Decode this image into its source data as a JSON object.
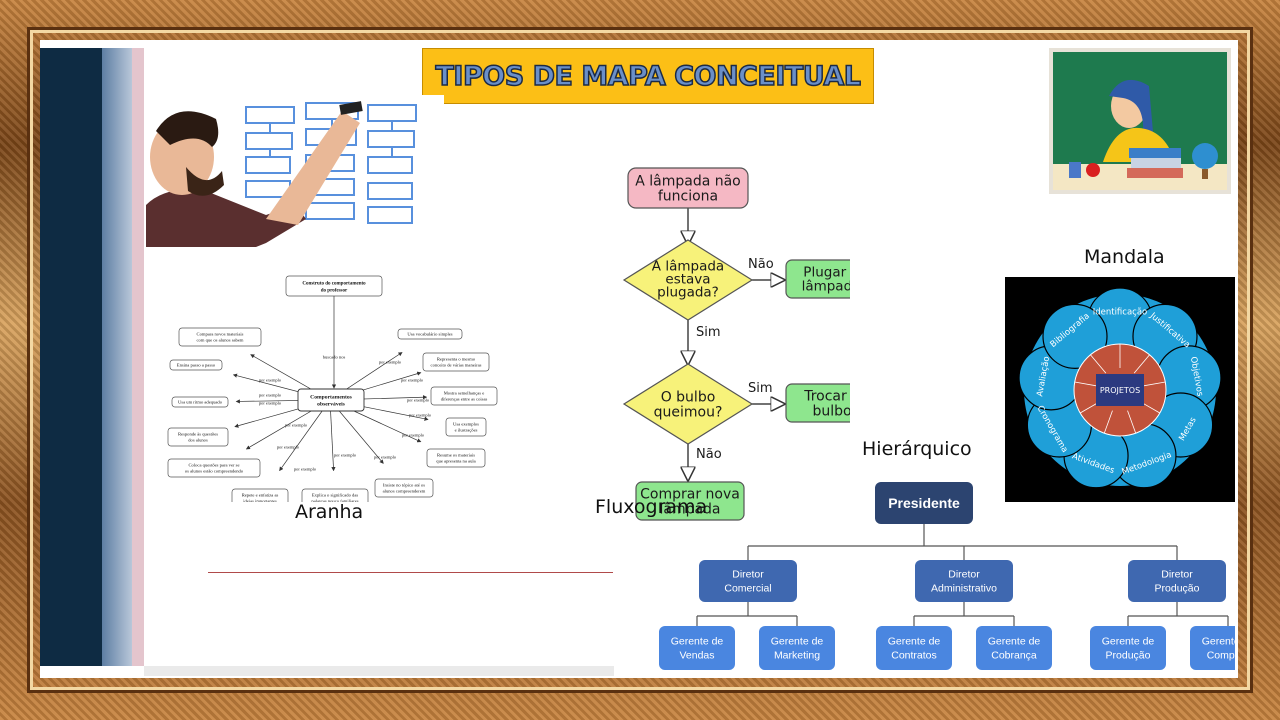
{
  "title": "TIPOS DE MAPA CONCEITUAL",
  "captions": {
    "aranha": "Aranha",
    "fluxograma": "Fluxograma",
    "hierarquico": "Hierárquico",
    "mandala": "Mandala"
  },
  "spider": {
    "center": [
      "Comportamentos",
      "observáveis"
    ],
    "top": [
      "Construto do comportamento",
      "do professor"
    ],
    "top_link": "buscado nos",
    "link": "por exemplo",
    "nodes": [
      [
        "Compara novos materiais",
        "com que os alunos sabem"
      ],
      [
        "Ensina passo a passo"
      ],
      [
        "Usa um ritmo adequado"
      ],
      [
        "Responde às questões",
        "dos alunos"
      ],
      [
        "Coloca questões para ver se",
        "os alunos estão compreendendo"
      ],
      [
        "Repete e enfatiza as",
        "ideias importantes"
      ],
      [
        "Explica o significado das",
        "palavras pouco familiares"
      ],
      [
        "Insiste no tópico até os",
        "alunos compreenderem"
      ],
      [
        "Resume os materiais",
        "que apresenta na aula"
      ],
      [
        "Usa exemplos",
        "e ilustrações"
      ],
      [
        "Mostra semelhanças e",
        "diferenças entre as coisas"
      ],
      [
        "Representa o mesmo",
        "conceito de várias maneiras"
      ],
      [
        "Usa vocabulário simples"
      ]
    ]
  },
  "flow": {
    "start": [
      "A lâmpada não",
      "funciona"
    ],
    "q1": [
      "A lâmpada",
      "estava",
      "plugada?"
    ],
    "no1": "Não",
    "act1": [
      "Plugar a",
      "lâmpada"
    ],
    "yes1": "Sim",
    "q2": [
      "O bulbo",
      "queimou?"
    ],
    "yes2": "Sim",
    "act2": [
      "Trocar o",
      "bulbo"
    ],
    "no2": "Não",
    "end": [
      "Comprar nova",
      "lâmpada"
    ]
  },
  "org": {
    "top": "Presidente",
    "directors": [
      {
        "l1": "Diretor",
        "l2": "Comercial",
        "managers": [
          [
            "Gerente de",
            "Vendas"
          ],
          [
            "Gerente de",
            "Marketing"
          ]
        ]
      },
      {
        "l1": "Diretor",
        "l2": "Administrativo",
        "managers": [
          [
            "Gerente de",
            "Contratos"
          ],
          [
            "Gerente de",
            "Cobrança"
          ]
        ]
      },
      {
        "l1": "Diretor",
        "l2": "Produção",
        "managers": [
          [
            "Gerente de",
            "Produção"
          ],
          [
            "Gerente de",
            "Compras"
          ]
        ]
      }
    ]
  },
  "mandala": {
    "center": "PROJETOS",
    "petals": [
      "Identificação",
      "Justificativa",
      "Objetivos",
      "Metas",
      "Metodologia",
      "Atividades",
      "Cronograma",
      "Avaliação",
      "Bibliografia"
    ]
  },
  "colors": {
    "title_bg": "#fcbf16",
    "flow_start": "#f5b8c4",
    "flow_decision": "#f7f27a",
    "flow_action": "#8ee68e",
    "org_dark": "#2c4470",
    "org_mid": "#3f68b0",
    "org_light": "#4a86e0",
    "mandala_petal": "#1f9fd8",
    "mandala_inner": "#c0523a",
    "mandala_center": "#2c3a80"
  },
  "icons": {
    "man_photo": "man-drawing-diagram-photo",
    "teacher_illustration": "teacher-at-chalkboard-illustration"
  }
}
